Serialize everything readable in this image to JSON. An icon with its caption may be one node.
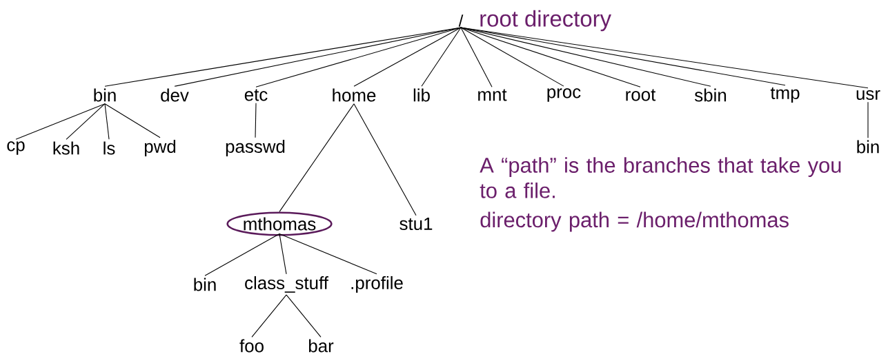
{
  "diagram": {
    "nodes": [
      {
        "text": [
          "/"
        ],
        "beside": [
          "root directory"
        ]
      },
      {
        "text": [
          "bin"
        ]
      },
      {
        "text": [
          "dev"
        ]
      },
      {
        "text": [
          "etc"
        ]
      },
      {
        "text": [
          "home"
        ]
      },
      {
        "text": [
          "lib"
        ]
      },
      {
        "text": [
          "mnt"
        ]
      },
      {
        "text": [
          "proc"
        ]
      },
      {
        "text": [
          "root"
        ]
      },
      {
        "text": [
          "sbin"
        ]
      },
      {
        "text": [
          "tmp"
        ]
      },
      {
        "text": [
          "usr"
        ]
      },
      {
        "text": [
          "cp"
        ]
      },
      {
        "text": [
          "ksh"
        ]
      },
      {
        "text": [
          "ls"
        ]
      },
      {
        "text": [
          "pwd"
        ]
      },
      {
        "text": [
          "passwd"
        ]
      },
      {
        "text": [
          "bin"
        ]
      },
      {
        "text": [
          "mthomas"
        ]
      },
      {
        "text": [
          "stu1"
        ]
      },
      {
        "text": [
          "bin"
        ]
      },
      {
        "text": [
          "class_stuff"
        ]
      },
      {
        "text": [
          ".profile"
        ]
      },
      {
        "text": [
          "foo"
        ]
      },
      {
        "text": [
          "bar"
        ]
      }
    ],
    "edges": [
      {
        "from": 0,
        "to": 1,
        "arrow": "none"
      },
      {
        "from": 0,
        "to": 2,
        "arrow": "none"
      },
      {
        "from": 0,
        "to": 3,
        "arrow": "none"
      },
      {
        "from": 0,
        "to": 4,
        "arrow": "none"
      },
      {
        "from": 0,
        "to": 5,
        "arrow": "none"
      },
      {
        "from": 0,
        "to": 6,
        "arrow": "none"
      },
      {
        "from": 0,
        "to": 7,
        "arrow": "none"
      },
      {
        "from": 0,
        "to": 8,
        "arrow": "none"
      },
      {
        "from": 0,
        "to": 9,
        "arrow": "none"
      },
      {
        "from": 0,
        "to": 10,
        "arrow": "none"
      },
      {
        "from": 0,
        "to": 11,
        "arrow": "none"
      },
      {
        "from": 1,
        "to": 12,
        "arrow": "none"
      },
      {
        "from": 1,
        "to": 13,
        "arrow": "none"
      },
      {
        "from": 1,
        "to": 14,
        "arrow": "none"
      },
      {
        "from": 1,
        "to": 15,
        "arrow": "none"
      },
      {
        "from": 3,
        "to": 16,
        "arrow": "none"
      },
      {
        "from": 11,
        "to": 17,
        "arrow": "none"
      },
      {
        "from": 4,
        "to": 18,
        "arrow": "none"
      },
      {
        "from": 4,
        "to": 19,
        "arrow": "none"
      },
      {
        "from": 18,
        "to": 20,
        "arrow": "none"
      },
      {
        "from": 18,
        "to": 21,
        "arrow": "none"
      },
      {
        "from": 18,
        "to": 22,
        "arrow": "none"
      },
      {
        "from": 21,
        "to": 23,
        "arrow": "none"
      },
      {
        "from": 21,
        "to": 24,
        "arrow": "none"
      }
    ],
    "labels": [
      "A “path” is the branches that take you to a file.",
      "directory path = /home/mthomas"
    ]
  }
}
